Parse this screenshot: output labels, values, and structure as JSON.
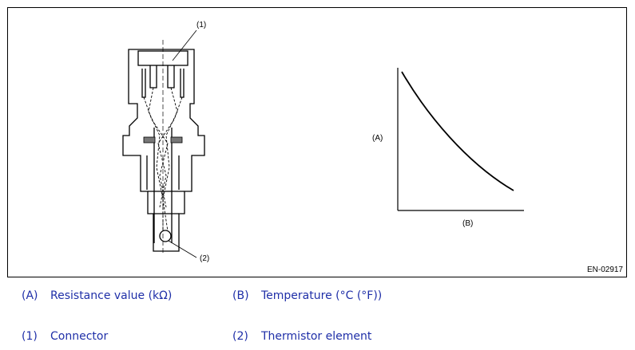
{
  "figure": {
    "callout_1": "(1)",
    "callout_2": "(2)",
    "axis_y": "(A)",
    "axis_x": "(B)",
    "code": "EN-02917"
  },
  "legend": [
    {
      "key": "(A)",
      "text": "Resistance value (kΩ)"
    },
    {
      "key": "(B)",
      "text": "Temperature (°C (°F))"
    },
    {
      "key": "(1)",
      "text": "Connector"
    },
    {
      "key": "(2)",
      "text": "Thermistor element"
    }
  ]
}
